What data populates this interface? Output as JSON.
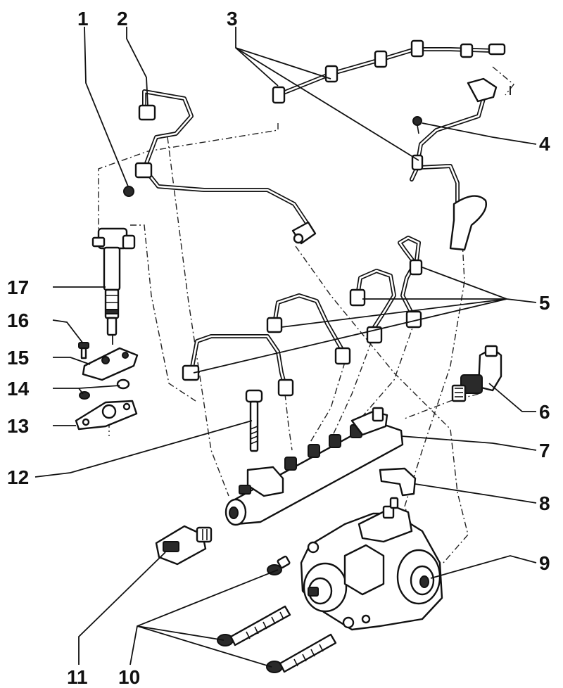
{
  "diagram": {
    "callouts": [
      {
        "key": "c1",
        "text": "1"
      },
      {
        "key": "c2",
        "text": "2"
      },
      {
        "key": "c3",
        "text": "3"
      },
      {
        "key": "c4",
        "text": "4"
      },
      {
        "key": "c5",
        "text": "5"
      },
      {
        "key": "c6",
        "text": "6"
      },
      {
        "key": "c7",
        "text": "7"
      },
      {
        "key": "c8",
        "text": "8"
      },
      {
        "key": "c9",
        "text": "9"
      },
      {
        "key": "c10",
        "text": "10"
      },
      {
        "key": "c11",
        "text": "11"
      },
      {
        "key": "c12",
        "text": "12"
      },
      {
        "key": "c13",
        "text": "13"
      },
      {
        "key": "c14",
        "text": "14"
      },
      {
        "key": "c15",
        "text": "15"
      },
      {
        "key": "c16",
        "text": "16"
      },
      {
        "key": "c17",
        "text": "17"
      }
    ],
    "colors": {
      "ink": "#111111",
      "paper": "#ffffff"
    }
  }
}
